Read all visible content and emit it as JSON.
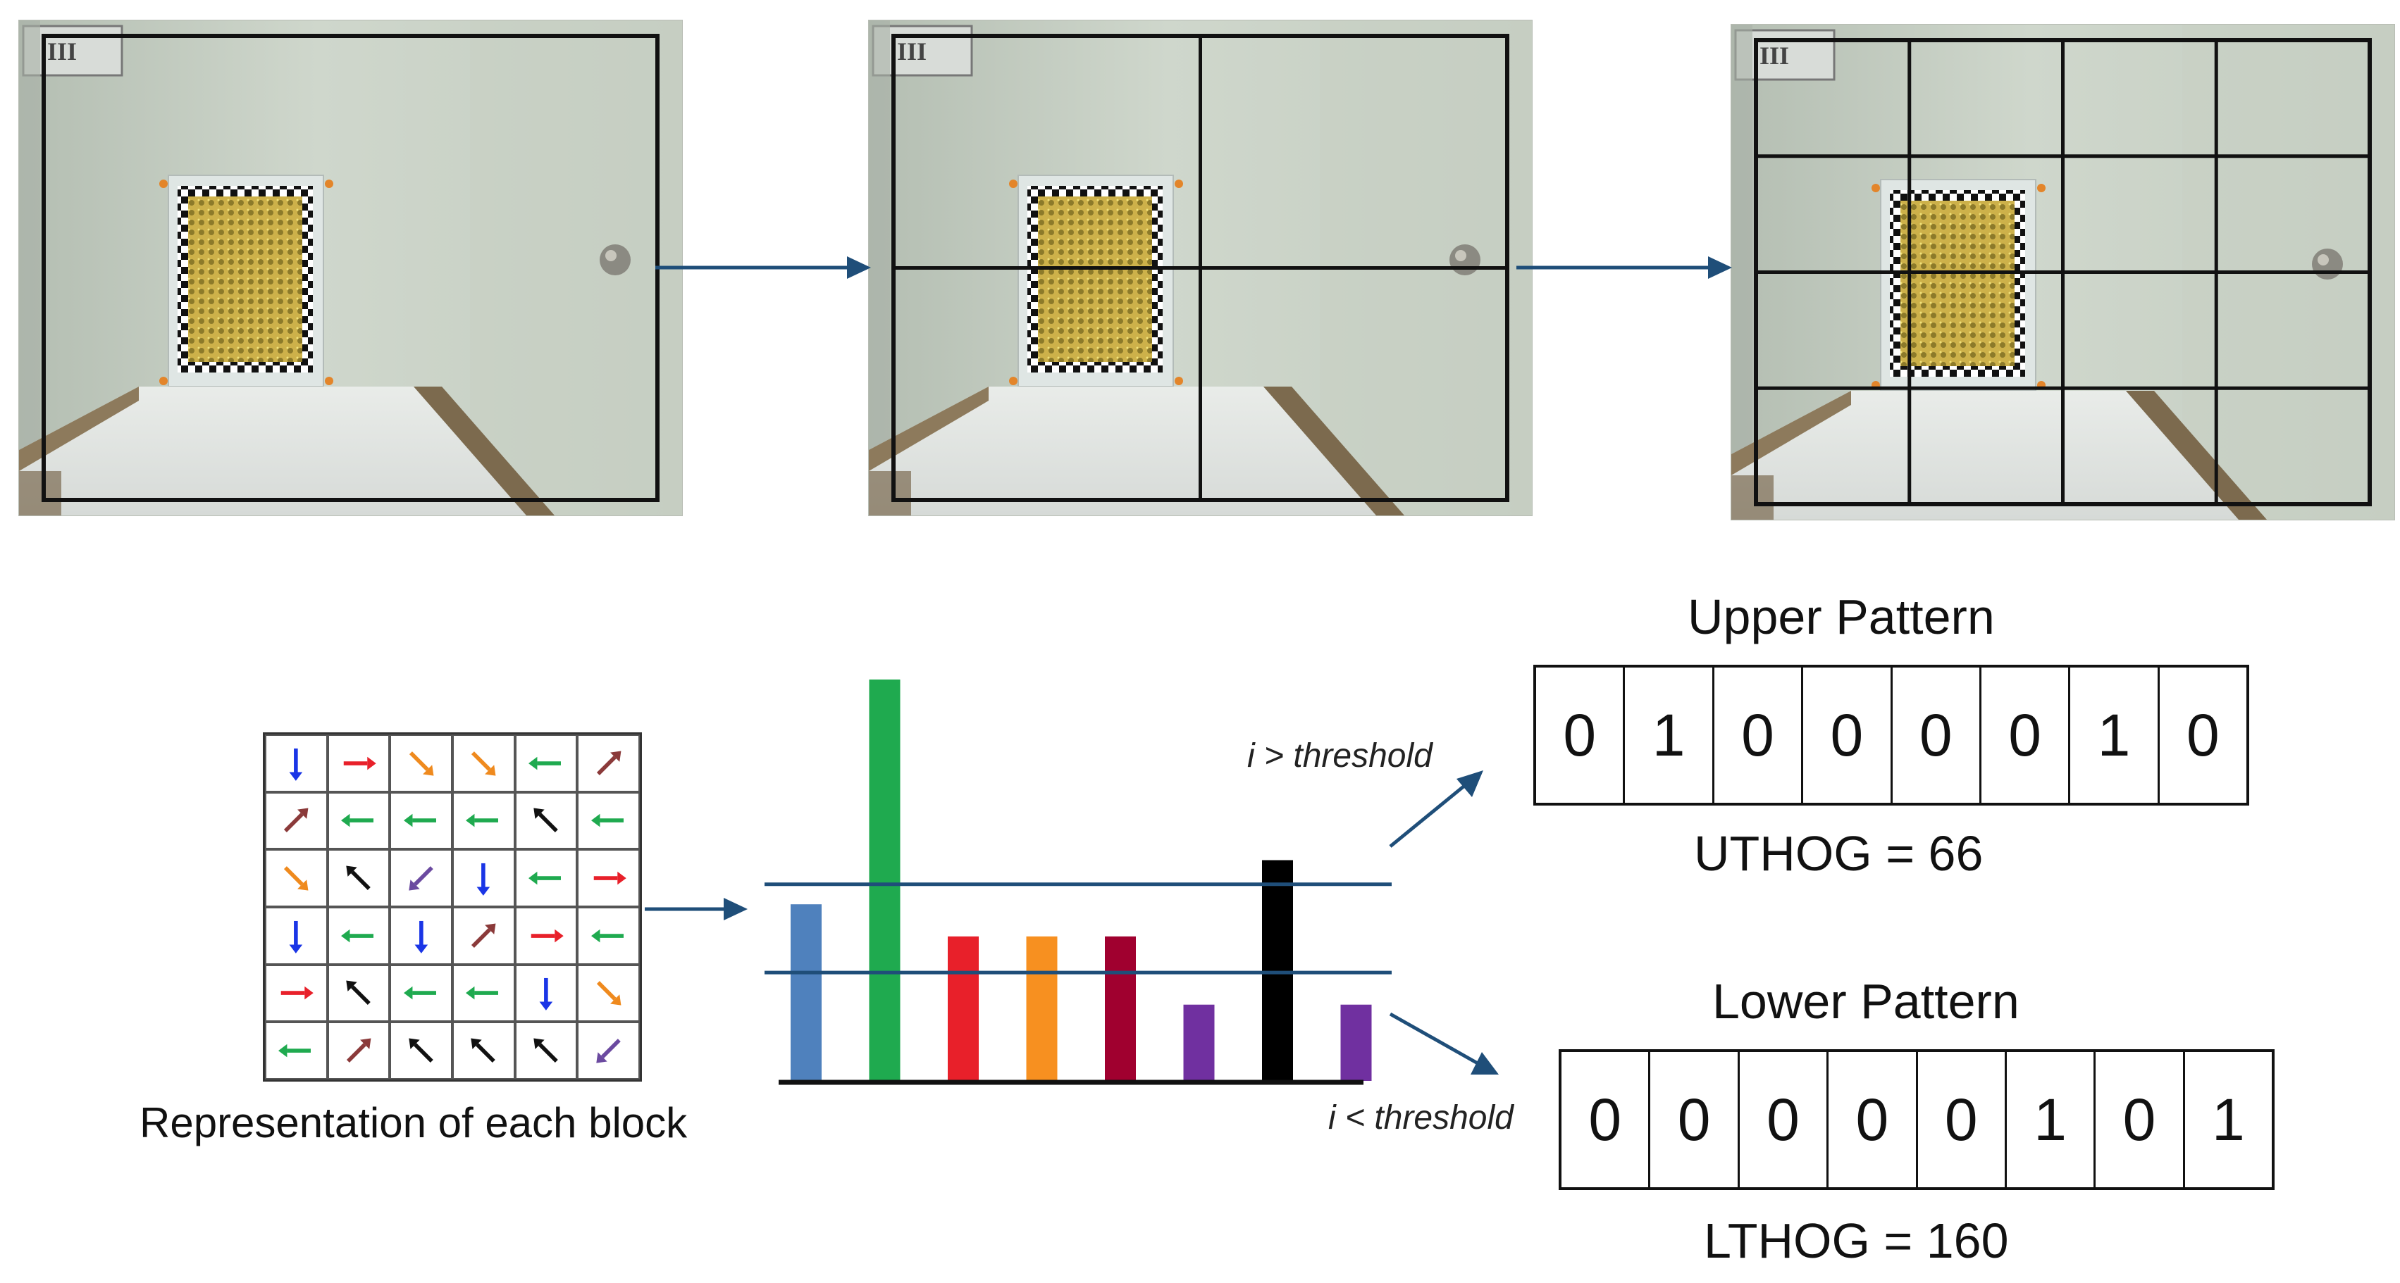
{
  "scenes": [
    {
      "name": "scene-grid-1x1",
      "grid_rows": 1,
      "grid_cols": 1
    },
    {
      "name": "scene-grid-2x2",
      "grid_rows": 2,
      "grid_cols": 2
    },
    {
      "name": "scene-grid-4x4",
      "grid_rows": 4,
      "grid_cols": 4
    }
  ],
  "block_caption": "Representation of each block",
  "arrow_grid": [
    [
      {
        "dir": "S",
        "color": "#1a35e6"
      },
      {
        "dir": "E",
        "color": "#e8202a"
      },
      {
        "dir": "SE",
        "color": "#ef8a1e"
      },
      {
        "dir": "SE",
        "color": "#ef8a1e"
      },
      {
        "dir": "W",
        "color": "#1faa4f"
      },
      {
        "dir": "NE",
        "color": "#8b3a3a"
      }
    ],
    [
      {
        "dir": "NE",
        "color": "#8b3a3a"
      },
      {
        "dir": "W",
        "color": "#1faa4f"
      },
      {
        "dir": "W",
        "color": "#1faa4f"
      },
      {
        "dir": "W",
        "color": "#1faa4f"
      },
      {
        "dir": "NW",
        "color": "#111111"
      },
      {
        "dir": "W",
        "color": "#1faa4f"
      }
    ],
    [
      {
        "dir": "SE",
        "color": "#ef8a1e"
      },
      {
        "dir": "NW",
        "color": "#111111"
      },
      {
        "dir": "SW",
        "color": "#6b4aa0"
      },
      {
        "dir": "S",
        "color": "#1a35e6"
      },
      {
        "dir": "W",
        "color": "#1faa4f"
      },
      {
        "dir": "E",
        "color": "#e8202a"
      }
    ],
    [
      {
        "dir": "S",
        "color": "#1a35e6"
      },
      {
        "dir": "W",
        "color": "#1faa4f"
      },
      {
        "dir": "S",
        "color": "#1a35e6"
      },
      {
        "dir": "NE",
        "color": "#8b3a3a"
      },
      {
        "dir": "E",
        "color": "#e8202a"
      },
      {
        "dir": "W",
        "color": "#1faa4f"
      }
    ],
    [
      {
        "dir": "E",
        "color": "#e8202a"
      },
      {
        "dir": "NW",
        "color": "#111111"
      },
      {
        "dir": "W",
        "color": "#1faa4f"
      },
      {
        "dir": "W",
        "color": "#1faa4f"
      },
      {
        "dir": "S",
        "color": "#1a35e6"
      },
      {
        "dir": "SE",
        "color": "#ef8a1e"
      }
    ],
    [
      {
        "dir": "W",
        "color": "#1faa4f"
      },
      {
        "dir": "NE",
        "color": "#8b3a3a"
      },
      {
        "dir": "NW",
        "color": "#111111"
      },
      {
        "dir": "NW",
        "color": "#111111"
      },
      {
        "dir": "NW",
        "color": "#111111"
      },
      {
        "dir": "SW",
        "color": "#6b4aa0"
      }
    ]
  ],
  "histogram": {
    "bars": [
      {
        "value": 0.44,
        "color": "#4f81bd"
      },
      {
        "value": 1.0,
        "color": "#1faa4f"
      },
      {
        "value": 0.36,
        "color": "#e8202a"
      },
      {
        "value": 0.36,
        "color": "#f79020"
      },
      {
        "value": 0.36,
        "color": "#a0002f"
      },
      {
        "value": 0.19,
        "color": "#7030a0"
      },
      {
        "value": 0.55,
        "color": "#000000"
      },
      {
        "value": 0.19,
        "color": "#7030a0"
      }
    ],
    "upper_threshold": 0.49,
    "lower_threshold": 0.27,
    "threshold_color": "#1f4e79"
  },
  "upper": {
    "title": "Upper Pattern",
    "condition": "i > threshold",
    "bits": [
      "0",
      "1",
      "0",
      "0",
      "0",
      "0",
      "1",
      "0"
    ],
    "code": "UTHOG = 66"
  },
  "lower": {
    "title": "Lower Pattern",
    "condition": "i < threshold",
    "bits": [
      "0",
      "0",
      "0",
      "0",
      "0",
      "1",
      "0",
      "1"
    ],
    "code": "LTHOG = 160"
  },
  "colors": {
    "arrow": "#1f4e79",
    "wall": "#c9d2c6",
    "grid_line": "#111111"
  }
}
